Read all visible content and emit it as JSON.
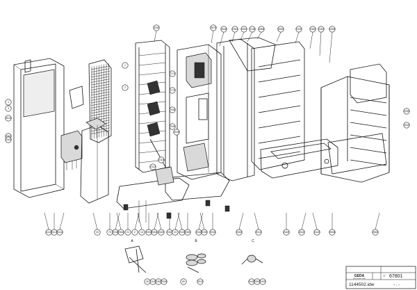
{
  "callouts": {
    "top": [
      "2262",
      "2678",
      "2548",
      "2363",
      "2553",
      "2138",
      "2586",
      "2600",
      "2420",
      "2383",
      "2262",
      "2358"
    ],
    "left": [
      "1",
      "3",
      "2014",
      "2301",
      "2302",
      "1",
      "2"
    ],
    "mid": [
      "2174",
      "2170",
      "2046",
      "2040",
      "2048",
      "2110",
      "2112"
    ],
    "right": [
      "2250",
      "2040"
    ],
    "bottom": [
      "2412",
      "2413",
      "2414",
      "20",
      "70",
      "2318",
      "2304",
      "21",
      "2",
      "13",
      "2302",
      "2304",
      "2303",
      "2350",
      "23",
      "2120",
      "2350",
      "2042",
      "2200",
      "2040",
      "2350",
      "2010",
      "2402",
      "2542",
      "2420",
      "2006",
      "2550"
    ],
    "detail_a": [
      "40",
      "2111",
      "2262",
      "2328"
    ],
    "detail_b": [
      "60",
      "2510"
    ],
    "detail_c": [
      "2440",
      "2302",
      "2420"
    ]
  },
  "detail_labels": {
    "a": "A",
    "b": "B",
    "c": "C"
  },
  "title_block": {
    "drawing_number": "67801",
    "file_name": "1144502.idw",
    "revision": "- . -",
    "company": "GEDA",
    "company_sub": "Maschinenbau GmbH",
    "mark": "©"
  }
}
